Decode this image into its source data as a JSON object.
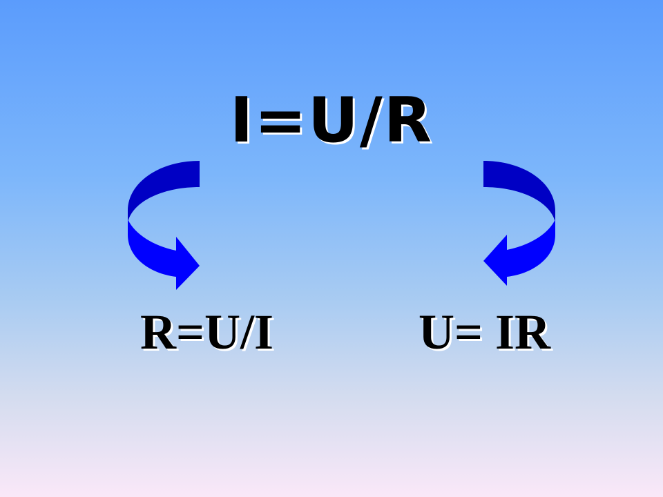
{
  "slide": {
    "main_formula": "I=U/R",
    "formulas": [
      "R=U/I",
      "U= IR"
    ],
    "arrow_color_dark": "#0000c8",
    "arrow_color_light": "#0000ff"
  }
}
